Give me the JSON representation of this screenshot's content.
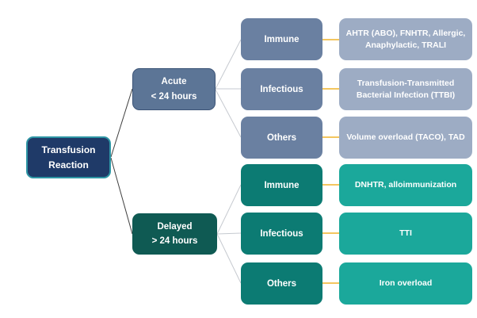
{
  "diagram": {
    "root": {
      "line1": "Transfusion",
      "line2": "Reaction"
    },
    "branches": [
      {
        "id": "acute",
        "line1": "Acute",
        "line2": "< 24 hours"
      },
      {
        "id": "delayed",
        "line1": "Delayed",
        "line2": "> 24 hours"
      }
    ],
    "rows": [
      {
        "group": "acute",
        "category": "Immune",
        "detail": "AHTR (ABO), FNHTR, Allergic, Anaphylactic, TRALI"
      },
      {
        "group": "acute",
        "category": "Infectious",
        "detail": "Transfusion-Transmitted Bacterial Infection (TTBI)"
      },
      {
        "group": "acute",
        "category": "Others",
        "detail": "Volume overload (TACO), TAD"
      },
      {
        "group": "delayed",
        "category": "Immune",
        "detail": "DNHTR,  alloimmunization"
      },
      {
        "group": "delayed",
        "category": "Infectious",
        "detail": "TTI"
      },
      {
        "group": "delayed",
        "category": "Others",
        "detail": "Iron overload"
      }
    ]
  },
  "colors": {
    "root_fill": "#1F3A68",
    "root_border": "#2E96A5",
    "acute_fill": "#5C7596",
    "acute_border": "#3C5477",
    "blue_category_fill": "#6A80A1",
    "blue_detail_fill": "#9DACC4",
    "delayed_fill": "#0F5A53",
    "teal_category_fill": "#0C7B73",
    "teal_detail_fill": "#1BA89B",
    "connector_dark": "#3F3F3F",
    "connector_gray": "#C6CAD0",
    "connector_yellow": "#F3C65F",
    "text": "#FFFFFF"
  }
}
